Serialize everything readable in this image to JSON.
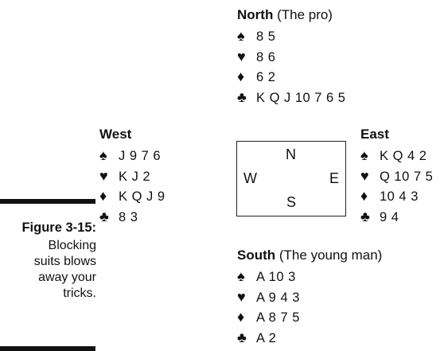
{
  "hands": {
    "north": {
      "name": "North",
      "role": "(The pro)",
      "spades": "8 5",
      "hearts": "8 6",
      "diamonds": "6 2",
      "clubs": "K Q J 10 7 6 5"
    },
    "west": {
      "name": "West",
      "role": "",
      "spades": "J 9 7 6",
      "hearts": "K J 2",
      "diamonds": "K Q J 9",
      "clubs": "8 3"
    },
    "east": {
      "name": "East",
      "role": "",
      "spades": "K Q 4 2",
      "hearts": "Q 10 7 5",
      "diamonds": "10 4 3",
      "clubs": "9 4"
    },
    "south": {
      "name": "South",
      "role": "(The young man)",
      "spades": "A 10 3",
      "hearts": "A 9 4 3",
      "diamonds": "A 8 7 5",
      "clubs": "A 2"
    }
  },
  "suits": {
    "spades": "♠",
    "hearts": "♥",
    "diamonds": "♦",
    "clubs": "♣"
  },
  "compass": {
    "n": "N",
    "s": "S",
    "e": "E",
    "w": "W"
  },
  "caption": {
    "label": "Figure 3-15:",
    "lines": [
      "Blocking",
      "suits blows",
      "away your",
      "tricks."
    ]
  }
}
